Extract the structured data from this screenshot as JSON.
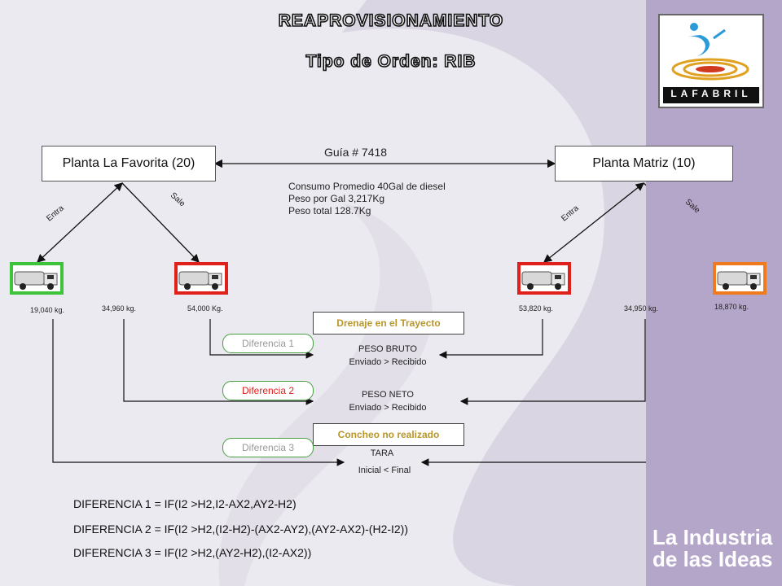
{
  "slide": {
    "title": "REAPROVISIONAMIENTO",
    "subtitle": "Tipo de Orden:  RIB",
    "guide": "Guía  # 7418",
    "consumption": [
      "Consumo Promedio 40Gal de diesel",
      "Peso por Gal 3,217Kg",
      "Peso total 128.7Kg"
    ],
    "footer": [
      "La Industria",
      "de las Ideas"
    ],
    "logo_text": "LAFABRIL"
  },
  "plants": {
    "left": "Planta La Favorita (20)",
    "right": "Planta Matriz (10)"
  },
  "arrows": {
    "in": "Entra",
    "out": "Sale"
  },
  "trucks": {
    "t1": {
      "weight": "19,040 kg.",
      "border": "#3ec43a"
    },
    "t2": {
      "weight": "54,000 Kg.",
      "border": "#e0201b"
    },
    "t3": {
      "weight": "53,820 kg.",
      "border": "#e0201b"
    },
    "t4": {
      "weight": "18,870 kg.",
      "border": "#f07a1e"
    }
  },
  "net_weights": {
    "left": "34,960 kg.",
    "right": "34,950 kg."
  },
  "differences": [
    {
      "label": "Diferencia 1",
      "color": "#999999"
    },
    {
      "label": "Diferencia 2",
      "color": "#e0201b"
    },
    {
      "label": "Diferencia 3",
      "color": "#999999"
    }
  ],
  "boxes": {
    "drain": "Drenaje en el Trayecto",
    "concheo": "Concheo  no realizado"
  },
  "comparisons": {
    "gross": [
      "PESO BRUTO",
      "Enviado > Recibido"
    ],
    "net": [
      "PESO NETO",
      "Enviado > Recibido"
    ],
    "tare": [
      "TARA",
      "Inicial  < Final"
    ]
  },
  "formulas": [
    "DIFERENCIA 1 = IF(I2 >H2,I2-AX2,AY2-H2)",
    "DIFERENCIA 2 = IF(I2 >H2,(I2-H2)-(AX2-AY2),(AY2-AX2)-(H2-I2))",
    "DIFERENCIA 3 = IF(I2 >H2,(AY2-H2),(I2-AX2))"
  ]
}
